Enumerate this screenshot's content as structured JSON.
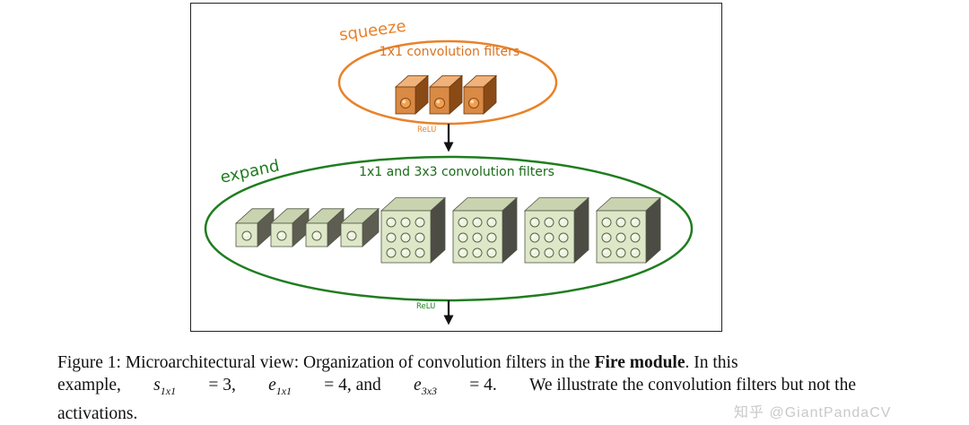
{
  "diagram": {
    "squeeze_label": "squeeze",
    "squeeze_filters_label": "1x1 convolution filters",
    "relu_top": "ReLU",
    "expand_label": "expand",
    "expand_filters_label": "1x1 and 3x3 convolution filters",
    "relu_bottom": "ReLU",
    "squeeze_filter_count": 3,
    "expand_1x1_filter_count": 4,
    "expand_3x3_filter_count": 4,
    "colors": {
      "squeeze": "#e8822a",
      "expand": "#1f7d1f",
      "squeeze_filter_face": "#d98a45",
      "expand_filter_face": "#dfe7c9"
    }
  },
  "caption": {
    "prefix": "Figure 1: Microarchitectural view: Organization of convolution filters in the ",
    "bold": "Fire module",
    "line1_end": ". In this",
    "example_word": "example,",
    "s_sym": "s",
    "s_sub": "1x1",
    "s_val": "= 3,",
    "e1_sym": "e",
    "e1_sub": "1x1",
    "e1_val": "= 4, and",
    "e3_sym": "e",
    "e3_sub": "3x3",
    "e3_val": "= 4.",
    "line2_end": "We illustrate the convolution filters but not the",
    "line3": "activations."
  },
  "watermark": "知乎 @GiantPandaCV"
}
